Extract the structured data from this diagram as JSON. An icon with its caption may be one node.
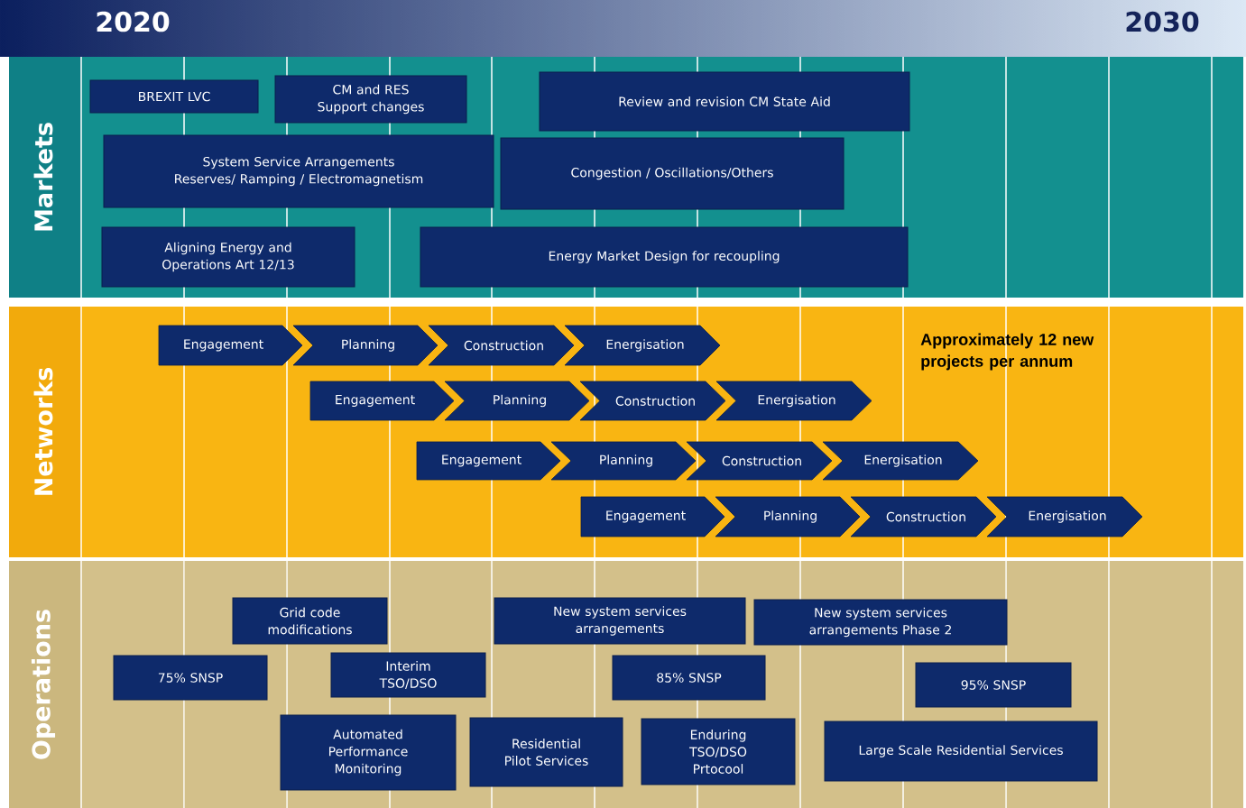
{
  "diagram": {
    "nodes": [
      {
        "text": [
          "Markets"
        ]
      },
      {
        "text": [
          "BREXIT LVC"
        ],
        "in": 0
      },
      {
        "text": [
          "CM and RES Support changes"
        ],
        "in": 0
      },
      {
        "text": [
          "Review and revision CM State Aid"
        ],
        "in": 0
      },
      {
        "text": [
          "System Service Arrangements",
          "Reserves/ Ramping / Electromagnetism"
        ],
        "in": 0
      },
      {
        "text": [
          "Congestion / Oscillations/Others"
        ],
        "in": 0
      },
      {
        "text": [
          "Aligning Energy and Operations Art 12/13"
        ],
        "in": 0
      },
      {
        "text": [
          "Energy Market Design for recoupling"
        ],
        "in": 0
      },
      {
        "text": [
          "Networks"
        ]
      },
      {
        "text": [
          "Engagement"
        ],
        "in": 8
      },
      {
        "text": [
          "Planning"
        ],
        "in": 8
      },
      {
        "text": [
          "Construction"
        ],
        "in": 8
      },
      {
        "text": [
          "Energisation"
        ],
        "in": 8
      },
      {
        "text": [
          "Engagement"
        ],
        "in": 8
      },
      {
        "text": [
          "Planning"
        ],
        "in": 8
      },
      {
        "text": [
          "Construction"
        ],
        "in": 8
      },
      {
        "text": [
          "Energisation"
        ],
        "in": 8
      },
      {
        "text": [
          "Engagement"
        ],
        "in": 8
      },
      {
        "text": [
          "Planning"
        ],
        "in": 8
      },
      {
        "text": [
          "Construction"
        ],
        "in": 8
      },
      {
        "text": [
          "Energisation"
        ],
        "in": 8
      },
      {
        "text": [
          "Engagement"
        ],
        "in": 8
      },
      {
        "text": [
          "Planning"
        ],
        "in": 8
      },
      {
        "text": [
          "Construction"
        ],
        "in": 8
      },
      {
        "text": [
          "Energisation"
        ],
        "in": 8
      },
      {
        "text": [
          "Operations"
        ]
      },
      {
        "text": [
          "Grid code modifications"
        ],
        "in": 25
      },
      {
        "text": [
          "New system services arrangements"
        ],
        "in": 25
      },
      {
        "text": [
          "New system services arrangements Phase 2"
        ],
        "in": 25
      },
      {
        "text": [
          "75% SNSP"
        ],
        "in": 25
      },
      {
        "text": [
          "Interim TSO/DSO"
        ],
        "in": 25
      },
      {
        "text": [
          "85% SNSP"
        ],
        "in": 25
      },
      {
        "text": [
          "95% SNSP"
        ],
        "in": 25
      },
      {
        "text": [
          "Automated Performance Monitoring"
        ],
        "in": 25
      },
      {
        "text": [
          "Residential Pilot Services"
        ],
        "in": 25
      },
      {
        "text": [
          "Enduring TSO/DSO Prtocool"
        ],
        "in": 25
      },
      {
        "text": [
          "Large Scale Residential Services"
        ],
        "in": 25
      }
    ],
    "labels": [
      "2020",
      "2030",
      "Approximately 12 new projects per annum"
    ]
  }
}
